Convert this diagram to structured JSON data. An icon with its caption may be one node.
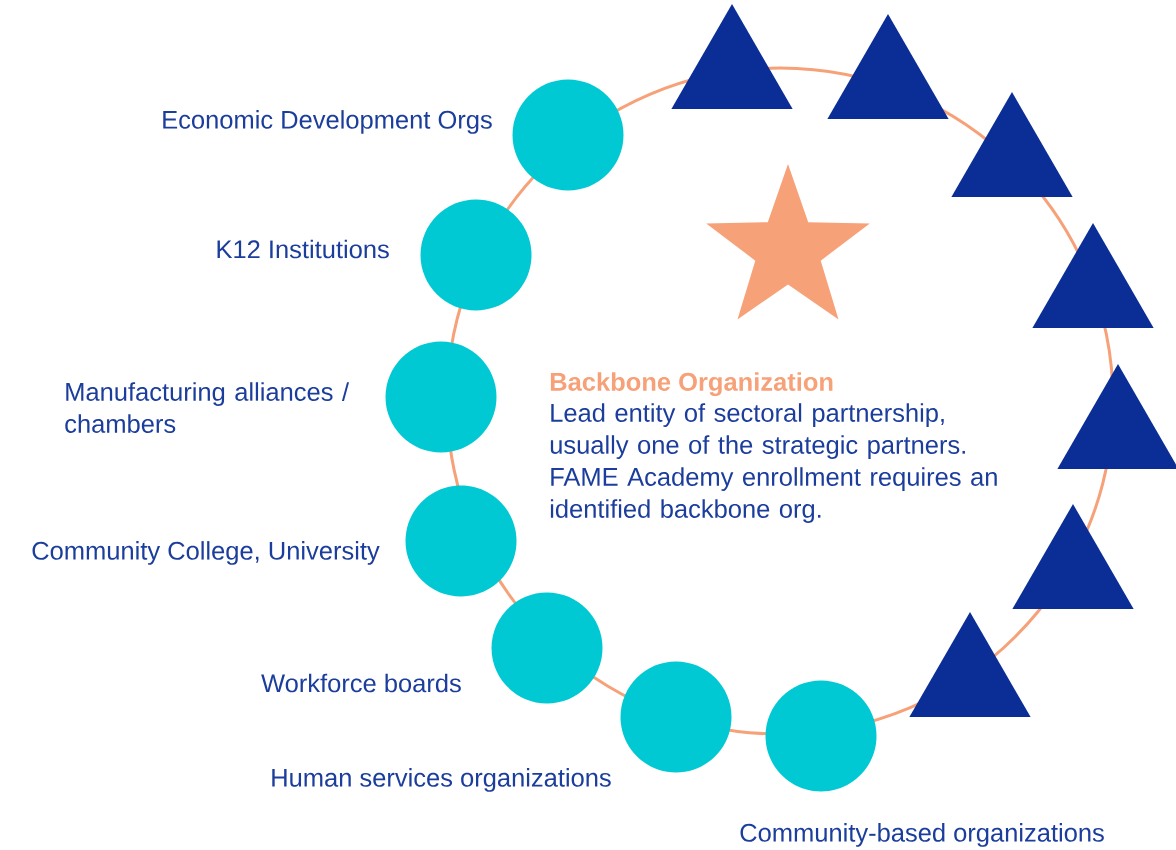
{
  "diagram": {
    "nodes": [
      {
        "text": [],
        "shape": "circle",
        "beside": [
          "Economic Development Orgs"
        ]
      },
      {
        "text": [],
        "shape": "circle",
        "beside": [
          "K12 Institutions"
        ]
      },
      {
        "text": [],
        "shape": "circle",
        "beside": [
          "Manufacturing alliances / chambers"
        ]
      },
      {
        "text": [],
        "shape": "circle",
        "beside": [
          "Community College, University"
        ]
      },
      {
        "text": [],
        "shape": "circle",
        "beside": [
          "Workforce boards"
        ]
      },
      {
        "text": [],
        "shape": "circle",
        "beside": [
          "Human services organizations"
        ]
      },
      {
        "text": [],
        "shape": "circle",
        "beside": [
          "Community-based organizations"
        ]
      },
      {
        "text": [],
        "shape": "triangle"
      },
      {
        "text": [],
        "shape": "triangle"
      },
      {
        "text": [],
        "shape": "triangle"
      },
      {
        "text": [],
        "shape": "triangle"
      },
      {
        "text": [],
        "shape": "triangle"
      },
      {
        "text": [],
        "shape": "triangle"
      },
      {
        "text": [],
        "shape": "triangle"
      },
      {
        "text": [],
        "shape": "star"
      }
    ],
    "labels": [
      "Backbone Organization",
      "Lead entity of sectoral partnership, usually one of the strategic partners. FAME Academy enrollment requires an identified backbone org."
    ]
  }
}
